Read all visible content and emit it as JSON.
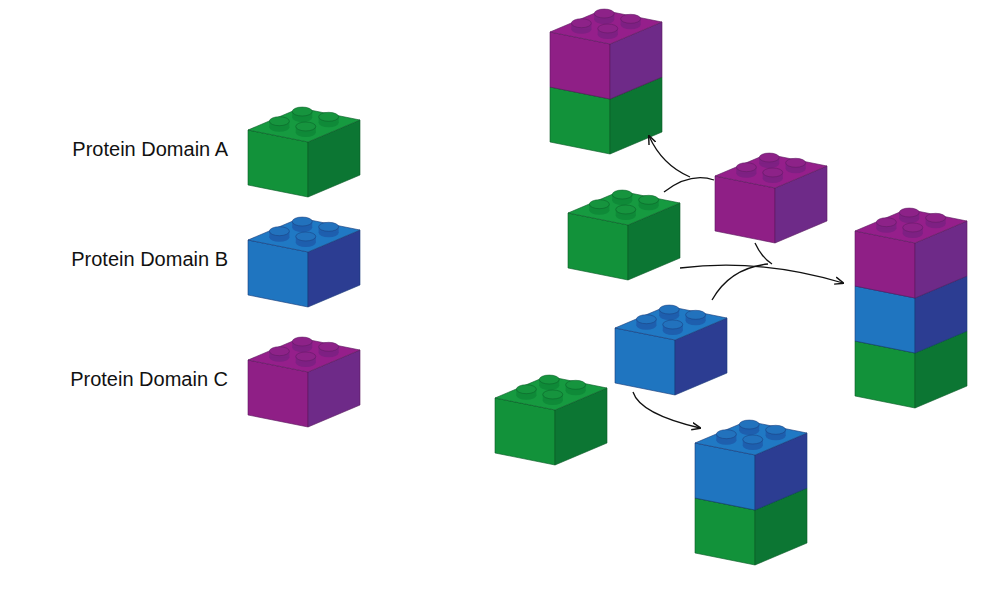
{
  "diagram": {
    "labels": [
      "Protein Domain A",
      "Protein Domain B",
      "Protein Domain C"
    ]
  }
}
